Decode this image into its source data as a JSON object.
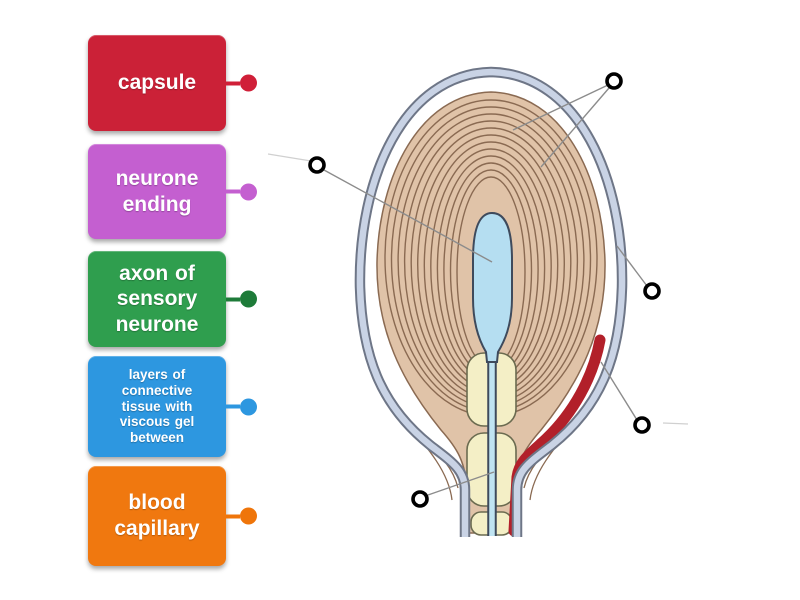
{
  "background": "#ffffff",
  "labels": [
    {
      "text": "capsule",
      "color": "#cb2137",
      "pin_color": "#d01f38"
    },
    {
      "text": "neurone ending",
      "color": "#c45fd0",
      "pin_color": "#c45fd0"
    },
    {
      "text": "axon of sensory neurone",
      "color": "#2f9e4e",
      "pin_color": "#1e7b39"
    },
    {
      "text": "layers of connective tissue with viscous gel between",
      "color": "#2d97e0",
      "pin_color": "#2d97e0"
    },
    {
      "text": "blood capillary",
      "color": "#f0780f",
      "pin_color": "#ef750a"
    }
  ],
  "diagram": {
    "targets": [
      {
        "name": "target-top-right"
      },
      {
        "name": "target-upper-left"
      },
      {
        "name": "target-right-upper"
      },
      {
        "name": "target-right-lower"
      },
      {
        "name": "target-bottom-left"
      }
    ],
    "colors": {
      "capsule_outline": "#6e7687",
      "capsule_fill": "#c9d3e5",
      "lamellae_fill": "#e0c3a8",
      "lamellae_line": "#8a6a52",
      "core_fill": "#b5def1",
      "axon_fill": "#c0e4f2",
      "axon_outline": "#3e4a5c",
      "myelin_fill": "#f4efc6",
      "myelin_outline": "#6b6b50",
      "capillary": "#b2202a",
      "leader_line": "#8c8c8c",
      "faint_line": "#d0d0d0",
      "marker_ring": "#000000",
      "marker_fill": "#ffffff"
    }
  }
}
